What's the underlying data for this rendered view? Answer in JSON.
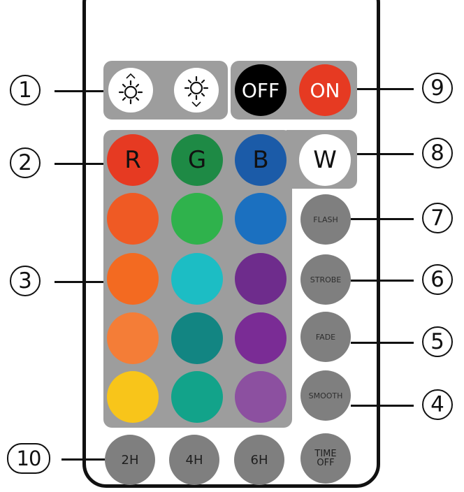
{
  "brightness": {
    "up_icon": "brightness-up-icon",
    "down_icon": "brightness-down-icon"
  },
  "power": {
    "off_label": "OFF",
    "on_label": "ON",
    "off_color": "#000000",
    "on_color": "#e63a22"
  },
  "primary": [
    {
      "label": "R",
      "color": "#e63a22",
      "text_color": "#111111"
    },
    {
      "label": "G",
      "color": "#1e8a45",
      "text_color": "#111111"
    },
    {
      "label": "B",
      "color": "#1b5ba8",
      "text_color": "#111111"
    },
    {
      "label": "W",
      "color": "#ffffff",
      "text_color": "#111111"
    }
  ],
  "color_grid": [
    [
      "#ef5a24",
      "#2fb24c",
      "#1b70c0"
    ],
    [
      "#f36a21",
      "#1cbdc4",
      "#6e2c8c"
    ],
    [
      "#f47d37",
      "#128582",
      "#7a2c95"
    ],
    [
      "#f8c51a",
      "#12a38a",
      "#8c50a0"
    ]
  ],
  "modes": {
    "flash": "FLASH",
    "strobe": "STROBE",
    "fade": "FADE",
    "smooth": "SMOOTH"
  },
  "timers": {
    "h2": "2H",
    "h4": "4H",
    "h6": "6H",
    "off_line1": "TIME",
    "off_line2": "OFF"
  },
  "callouts": {
    "c1": "1",
    "c2": "2",
    "c3": "3",
    "c4": "4",
    "c5": "5",
    "c6": "6",
    "c7": "7",
    "c8": "8",
    "c9": "9",
    "c10": "10"
  }
}
